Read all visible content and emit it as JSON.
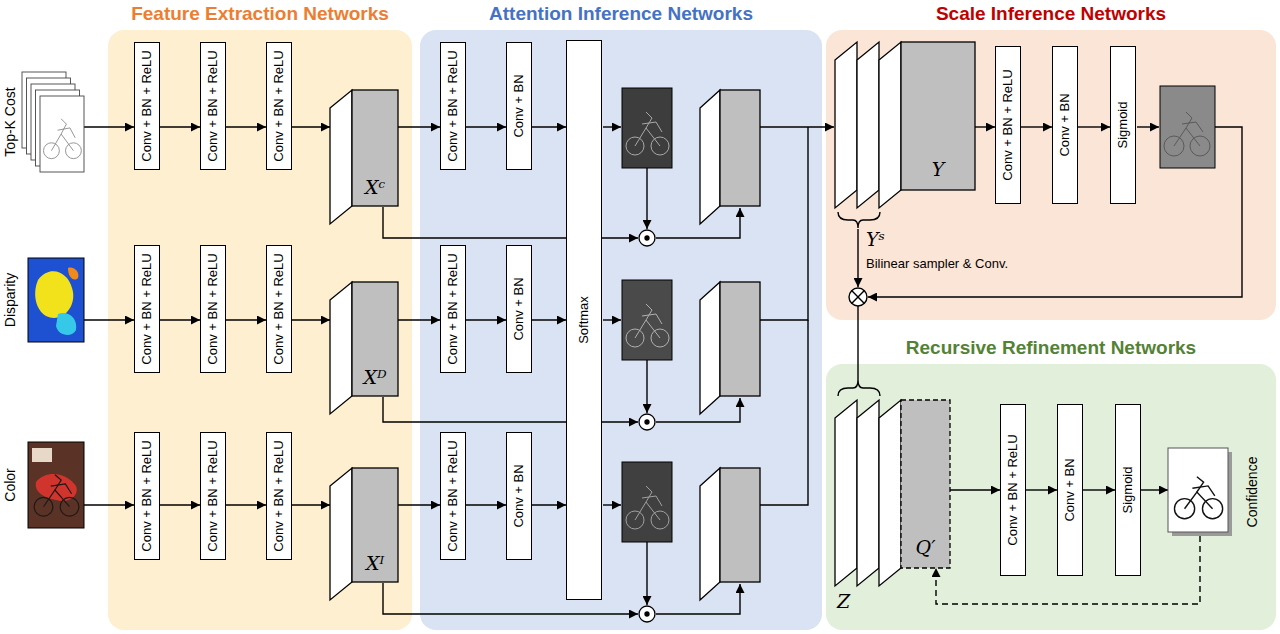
{
  "diagram": {
    "nodes": [
      {
        "text": [
          "Top-K Cost"
        ]
      },
      {
        "text": [
          "Disparity"
        ]
      },
      {
        "text": [
          "Color"
        ]
      },
      {
        "text": [
          "Feature Extraction Networks"
        ]
      },
      {
        "text": [
          "Conv + BN + ReLU"
        ],
        "in": 3
      },
      {
        "text": [
          "Conv + BN + ReLU"
        ],
        "in": 3
      },
      {
        "text": [
          "Conv + BN + ReLU"
        ],
        "in": 3
      },
      {
        "text": [
          "Xᶜ"
        ],
        "in": 3
      },
      {
        "text": [
          "Conv + BN + ReLU"
        ],
        "in": 3
      },
      {
        "text": [
          "Conv + BN + ReLU"
        ],
        "in": 3
      },
      {
        "text": [
          "Conv + BN + ReLU"
        ],
        "in": 3
      },
      {
        "text": [
          "Xᴰ"
        ],
        "in": 3
      },
      {
        "text": [
          "Conv + BN + ReLU"
        ],
        "in": 3
      },
      {
        "text": [
          "Conv + BN + ReLU"
        ],
        "in": 3
      },
      {
        "text": [
          "Conv + BN + ReLU"
        ],
        "in": 3
      },
      {
        "text": [
          "Xᴵ"
        ],
        "in": 3
      },
      {
        "text": [
          "Attention Inference Networks"
        ]
      },
      {
        "text": [
          "Conv + BN + ReLU"
        ],
        "in": 16
      },
      {
        "text": [
          "Conv + BN"
        ],
        "in": 16
      },
      {
        "text": [
          "Conv + BN + ReLU"
        ],
        "in": 16
      },
      {
        "text": [
          "Conv + BN"
        ],
        "in": 16
      },
      {
        "text": [
          "Conv + BN + ReLU"
        ],
        "in": 16
      },
      {
        "text": [
          "Conv + BN"
        ],
        "in": 16
      },
      {
        "text": [
          "Softmax"
        ],
        "in": 16
      },
      {
        "text": [
          "Scale Inference Networks"
        ]
      },
      {
        "text": [
          "Y"
        ],
        "in": 24
      },
      {
        "text": [
          "Conv + BN + ReLU"
        ],
        "in": 24
      },
      {
        "text": [
          "Conv + BN"
        ],
        "in": 24
      },
      {
        "text": [
          "Sigmoid"
        ],
        "in": 24
      },
      {
        "text": [
          "Recursive Refinement Networks"
        ]
      },
      {
        "text": [
          "Q′",
          "Z"
        ],
        "in": 29
      },
      {
        "text": [
          "Conv + BN + ReLU"
        ],
        "in": 29
      },
      {
        "text": [
          "Conv + BN"
        ],
        "in": 29
      },
      {
        "text": [
          "Sigmoid"
        ],
        "in": 29
      },
      {
        "text": [
          "Confidence"
        ],
        "in": 29
      }
    ],
    "edges": [
      {
        "from": 0,
        "to": 4,
        "arrow": "to"
      },
      {
        "from": 4,
        "to": 5,
        "arrow": "to"
      },
      {
        "from": 5,
        "to": 6,
        "arrow": "to"
      },
      {
        "from": 6,
        "to": 7,
        "arrow": "to"
      },
      {
        "from": 1,
        "to": 8,
        "arrow": "to"
      },
      {
        "from": 8,
        "to": 9,
        "arrow": "to"
      },
      {
        "from": 9,
        "to": 10,
        "arrow": "to"
      },
      {
        "from": 10,
        "to": 11,
        "arrow": "to"
      },
      {
        "from": 2,
        "to": 12,
        "arrow": "to"
      },
      {
        "from": 12,
        "to": 13,
        "arrow": "to"
      },
      {
        "from": 13,
        "to": 14,
        "arrow": "to"
      },
      {
        "from": 14,
        "to": 15,
        "arrow": "to"
      },
      {
        "from": 7,
        "to": 17,
        "arrow": "to"
      },
      {
        "from": 17,
        "to": 18,
        "arrow": "to"
      },
      {
        "from": 18,
        "to": 23,
        "arrow": "to"
      },
      {
        "from": 11,
        "to": 19,
        "arrow": "to"
      },
      {
        "from": 19,
        "to": 20,
        "arrow": "to"
      },
      {
        "from": 20,
        "to": 23,
        "arrow": "to"
      },
      {
        "from": 15,
        "to": 21,
        "arrow": "to"
      },
      {
        "from": 21,
        "to": 22,
        "arrow": "to"
      },
      {
        "from": 22,
        "to": 23,
        "arrow": "to"
      },
      {
        "from": 25,
        "to": 26,
        "arrow": "to"
      },
      {
        "from": 26,
        "to": 27,
        "arrow": "to"
      },
      {
        "from": 27,
        "to": 28,
        "arrow": "to"
      },
      {
        "from": 30,
        "to": 31,
        "arrow": "to"
      },
      {
        "from": 31,
        "to": 32,
        "arrow": "to"
      },
      {
        "from": 32,
        "to": 33,
        "arrow": "to"
      },
      {
        "from": 33,
        "to": 34,
        "arrow": "to"
      },
      {
        "from": 34,
        "to": 30,
        "arrow": "to"
      }
    ],
    "labels": [
      "Yˢ",
      "Bilinear sampler & Conv."
    ]
  }
}
